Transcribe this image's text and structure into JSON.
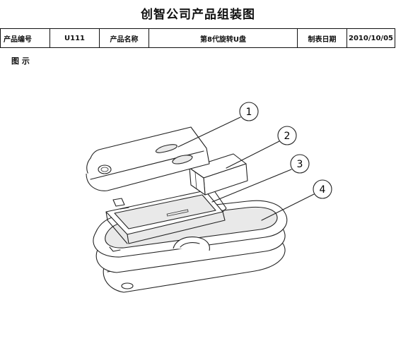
{
  "title": "创智公司产品组装图",
  "info_row": {
    "product_code_label": "产品编号",
    "product_code_value": "U111",
    "product_name_label": "产品名称",
    "product_name_value": "第8代旋转U盘",
    "date_label": "制表日期",
    "date_value": "2010/10/05"
  },
  "figure_caption": "图 示",
  "callouts": [
    "1",
    "2",
    "3",
    "4"
  ]
}
